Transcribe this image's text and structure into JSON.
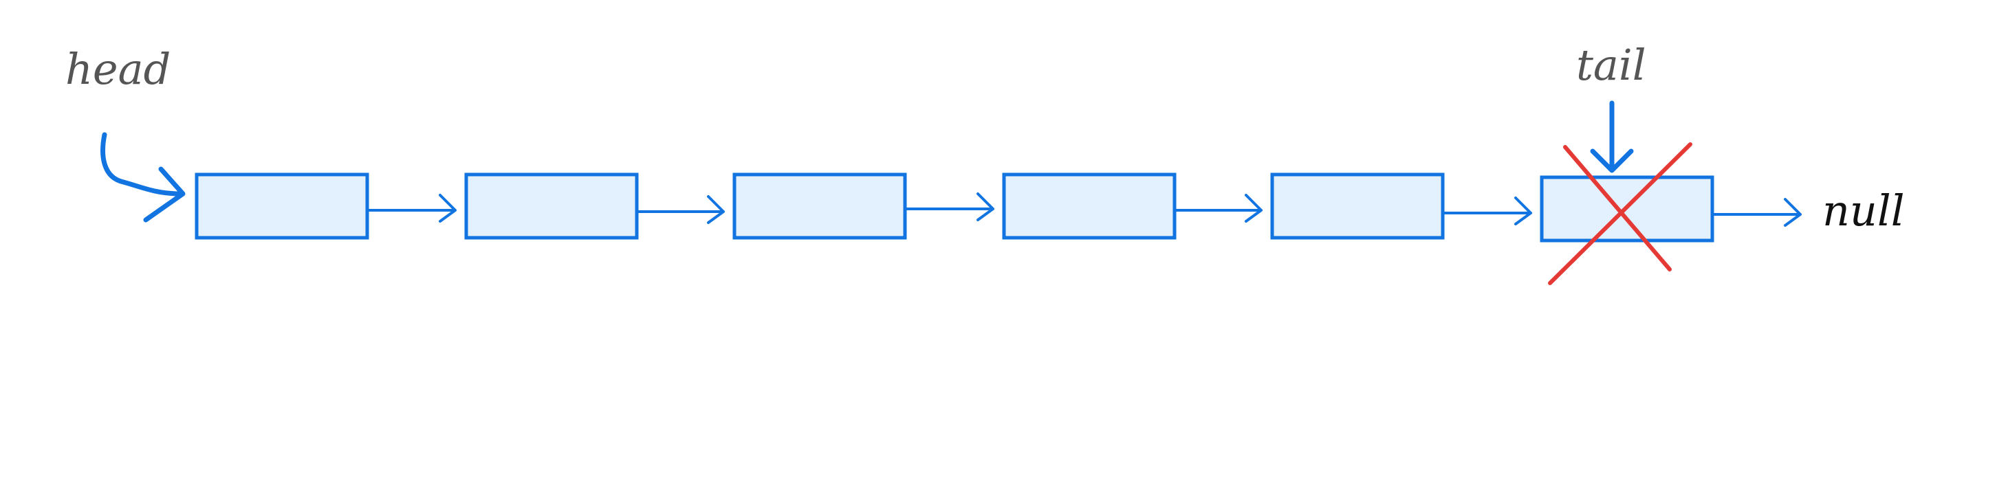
{
  "labels": {
    "head": "head",
    "tail": "tail",
    "null": "null"
  },
  "list": {
    "node_count": 6,
    "tail_node_index": 5,
    "tail_node_crossed_out": true
  },
  "colors": {
    "node_fill": "#e3f0fd",
    "node_stroke": "#1274e0",
    "arrow": "#1274e0",
    "cross": "#e53935",
    "label_text": "#555555",
    "null_text": "#111111"
  }
}
